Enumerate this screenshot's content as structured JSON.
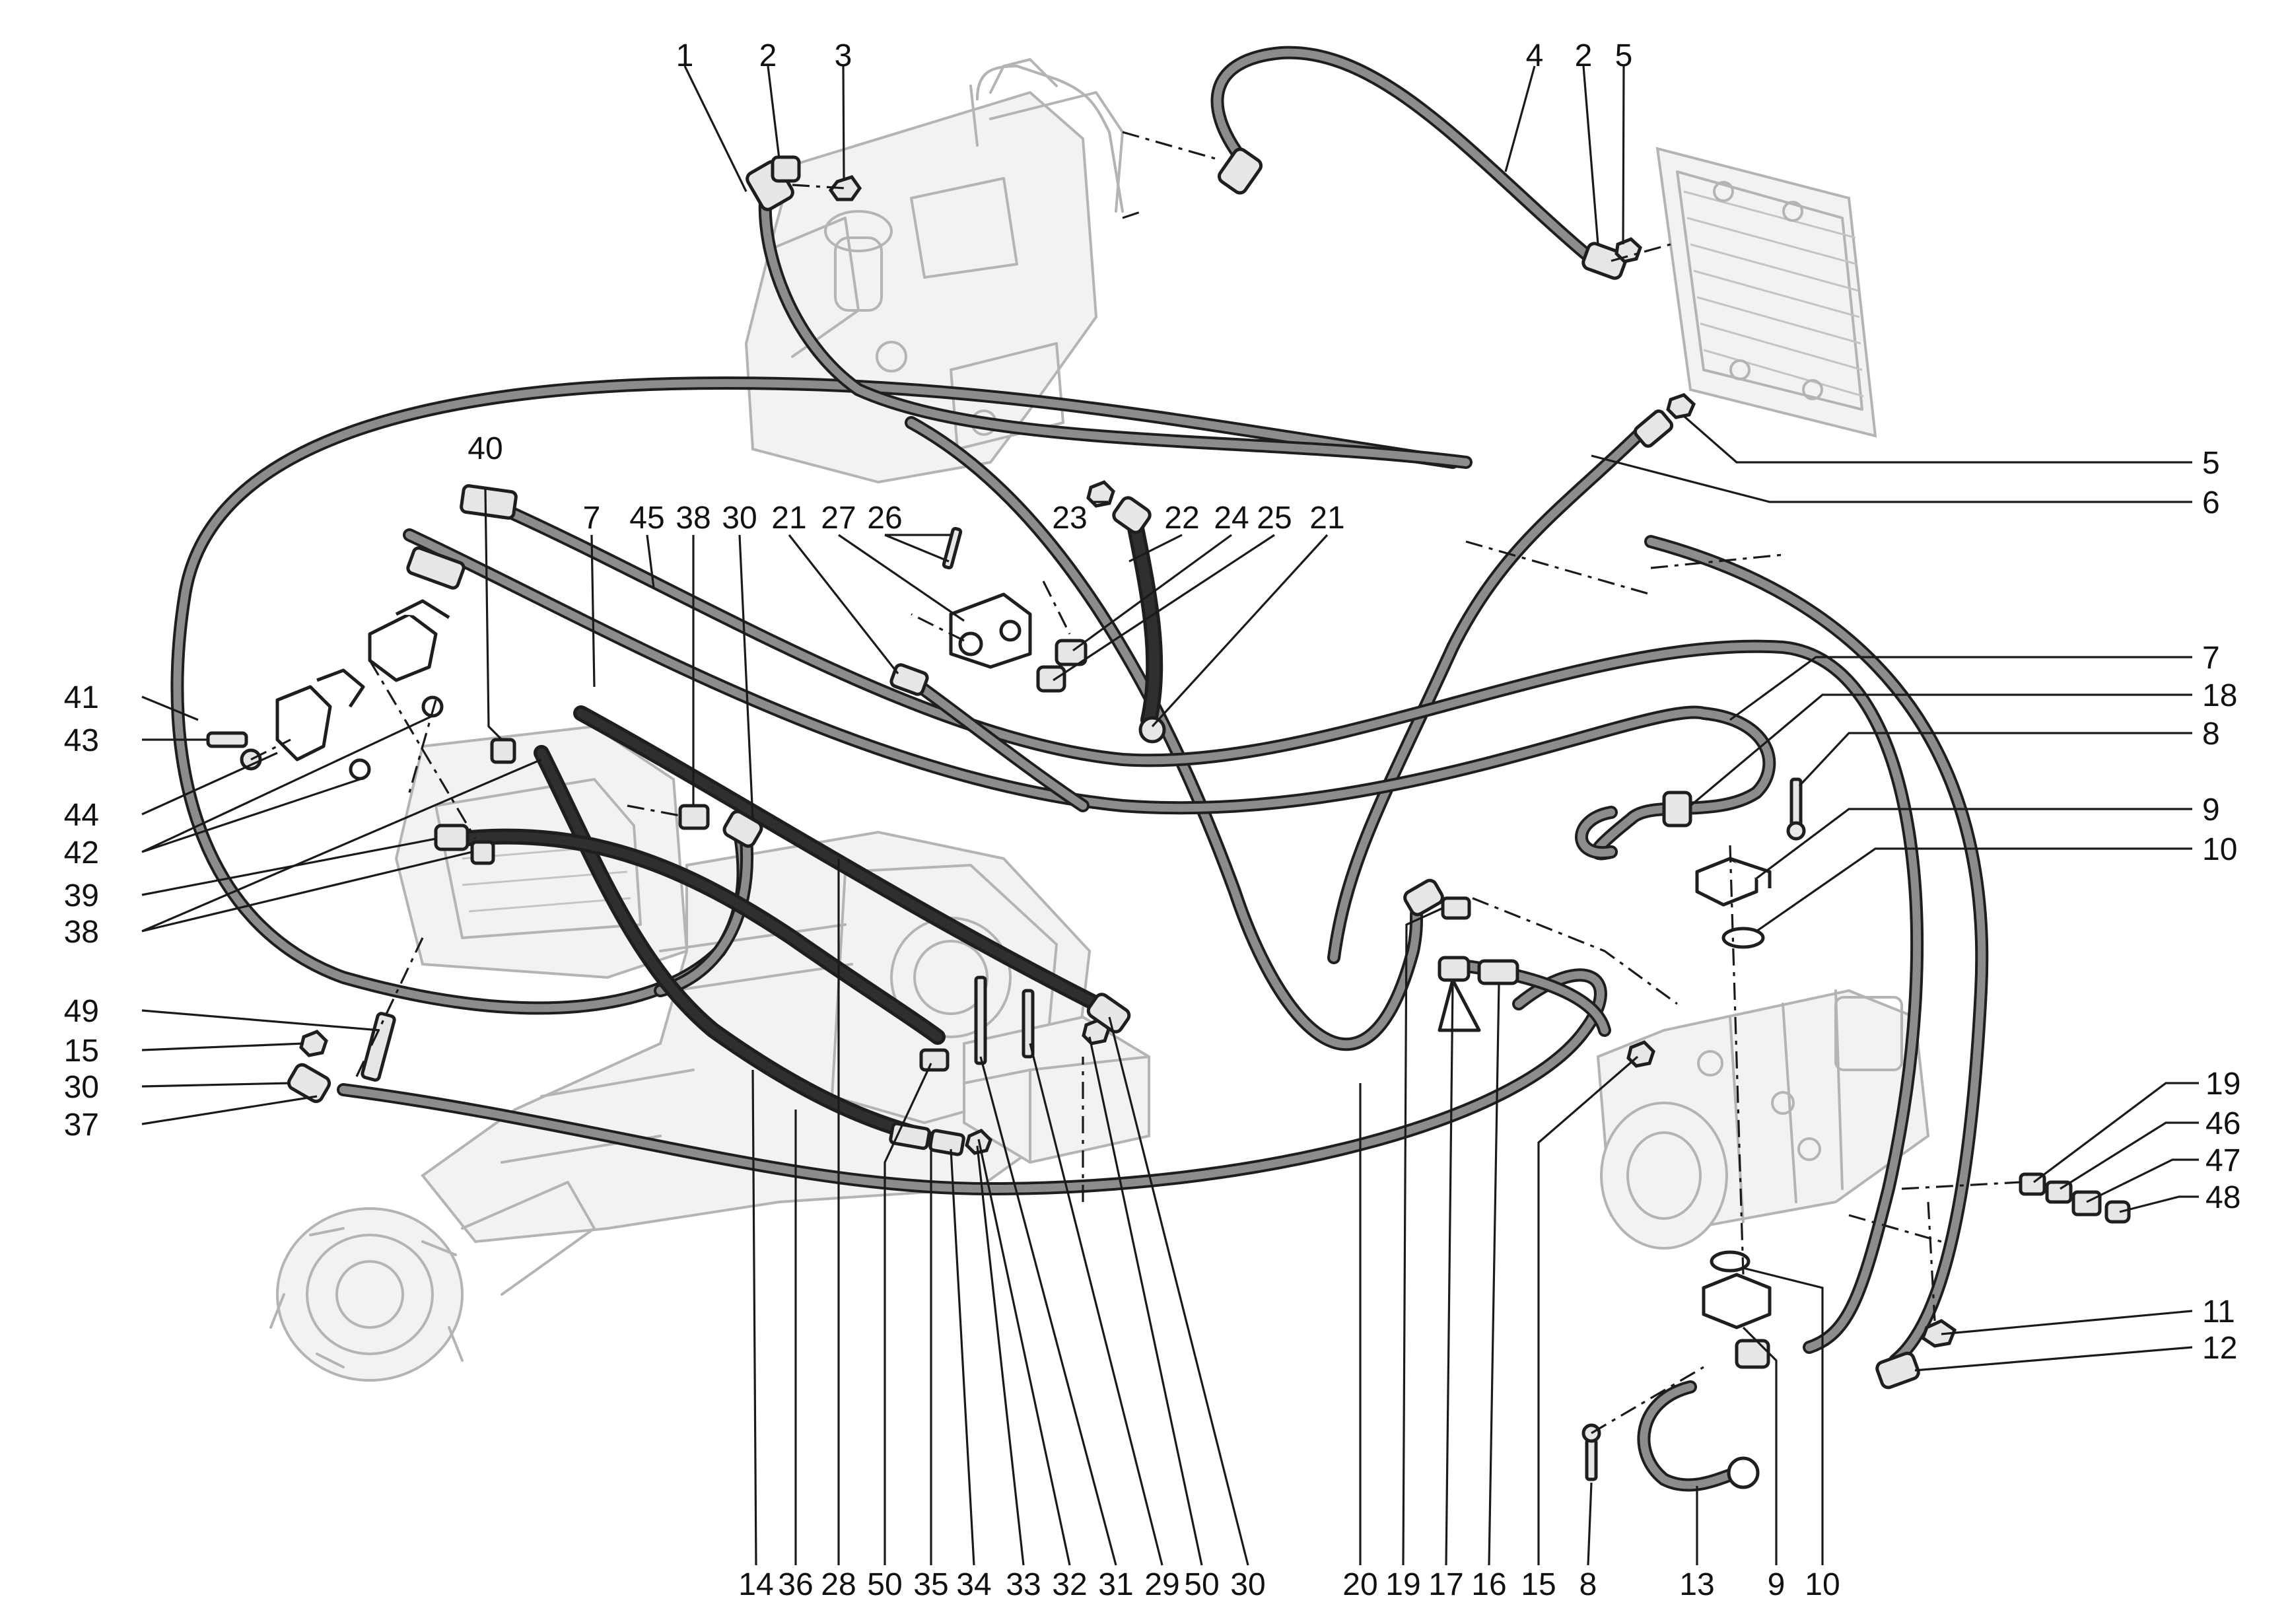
{
  "callouts": {
    "top": [
      {
        "id": "t1",
        "text": "1"
      },
      {
        "id": "t2",
        "text": "2"
      },
      {
        "id": "t3",
        "text": "3"
      },
      {
        "id": "t4",
        "text": "4"
      },
      {
        "id": "t5",
        "text": "2"
      },
      {
        "id": "t6",
        "text": "5"
      }
    ],
    "row2": [
      {
        "id": "r1",
        "text": "40"
      },
      {
        "id": "r2",
        "text": "7"
      },
      {
        "id": "r3",
        "text": "45"
      },
      {
        "id": "r4",
        "text": "38"
      },
      {
        "id": "r5",
        "text": "30"
      },
      {
        "id": "r6",
        "text": "21"
      },
      {
        "id": "r7",
        "text": "27"
      },
      {
        "id": "r8",
        "text": "26"
      },
      {
        "id": "r9",
        "text": "23"
      },
      {
        "id": "r10",
        "text": "22"
      },
      {
        "id": "r11",
        "text": "24"
      },
      {
        "id": "r12",
        "text": "25"
      },
      {
        "id": "r13",
        "text": "21"
      }
    ],
    "left": [
      {
        "id": "l1",
        "text": "41"
      },
      {
        "id": "l2",
        "text": "43"
      },
      {
        "id": "l3",
        "text": "44"
      },
      {
        "id": "l4",
        "text": "42"
      },
      {
        "id": "l5",
        "text": "39"
      },
      {
        "id": "l6",
        "text": "38"
      },
      {
        "id": "l7",
        "text": "49"
      },
      {
        "id": "l8",
        "text": "15"
      },
      {
        "id": "l9",
        "text": "30"
      },
      {
        "id": "l10",
        "text": "37"
      }
    ],
    "right": [
      {
        "id": "g1",
        "text": "5"
      },
      {
        "id": "g2",
        "text": "6"
      },
      {
        "id": "g3",
        "text": "7"
      },
      {
        "id": "g4",
        "text": "18"
      },
      {
        "id": "g5",
        "text": "8"
      },
      {
        "id": "g6",
        "text": "9"
      },
      {
        "id": "g7",
        "text": "10"
      },
      {
        "id": "g8",
        "text": "19"
      },
      {
        "id": "g9",
        "text": "46"
      },
      {
        "id": "g10",
        "text": "47"
      },
      {
        "id": "g11",
        "text": "48"
      },
      {
        "id": "g12",
        "text": "11"
      },
      {
        "id": "g13",
        "text": "12"
      }
    ],
    "bottom": [
      {
        "id": "b1",
        "text": "14"
      },
      {
        "id": "b2",
        "text": "36"
      },
      {
        "id": "b3",
        "text": "28"
      },
      {
        "id": "b4",
        "text": "50"
      },
      {
        "id": "b5",
        "text": "35"
      },
      {
        "id": "b6",
        "text": "34"
      },
      {
        "id": "b7",
        "text": "33"
      },
      {
        "id": "b8",
        "text": "32"
      },
      {
        "id": "b9",
        "text": "31"
      },
      {
        "id": "b10",
        "text": "29"
      },
      {
        "id": "b11",
        "text": "50"
      },
      {
        "id": "b12",
        "text": "30"
      },
      {
        "id": "b13",
        "text": "20"
      },
      {
        "id": "b14",
        "text": "19"
      },
      {
        "id": "b15",
        "text": "17"
      },
      {
        "id": "b16",
        "text": "16"
      },
      {
        "id": "b17",
        "text": "15"
      },
      {
        "id": "b18",
        "text": "8"
      },
      {
        "id": "b19",
        "text": "13"
      },
      {
        "id": "b20",
        "text": "9"
      },
      {
        "id": "b21",
        "text": "10"
      }
    ]
  },
  "colors": {
    "line": "#1e1e1e",
    "hose_fill": "#8c8c8c",
    "hose_dark_fill": "#2f2f2f",
    "ghost": "#b4b4b4",
    "background": "#ffffff"
  }
}
